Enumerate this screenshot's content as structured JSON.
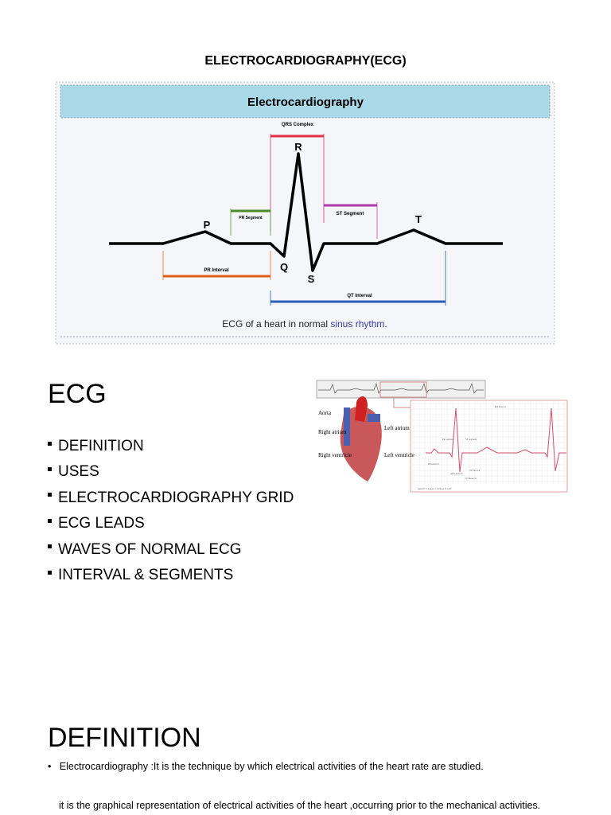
{
  "document": {
    "title": "ELECTROCARDIOGRAPHY(ECG)"
  },
  "figure1": {
    "header": "Electrocardiography",
    "labels": {
      "p": "P",
      "q": "Q",
      "r": "R",
      "s": "S",
      "t": "T"
    },
    "qrs_complex": "QRS Complex",
    "pr_segment": "PR Segment",
    "st_segment": "ST Segment",
    "pr_interval": "PR Interval",
    "qt_interval": "QT Interval",
    "caption_main": "ECG of a heart in normal ",
    "caption_link": "sinus rhythm.",
    "colors": {
      "header_bg": "#a9d8e6",
      "qrs": "#e0304a",
      "pr_segment": "#4c8a2a",
      "st_segment": "#b03aa8",
      "pr_interval": "#e0601a",
      "qt_interval": "#2b5fb8",
      "link": "#3a3aa0"
    }
  },
  "figure2": {
    "heart_labels": [
      "Aorta",
      "Right atrium",
      "Left atrium",
      "Right ventricle",
      "Left ventricle"
    ],
    "grid_labels": {
      "rr": "RR interval",
      "pr_seg": "PR segment",
      "st_seg": "ST segment",
      "pr_int": "PR interval",
      "qrs": "QRS interval",
      "st_int": "ST interval",
      "qt": "QT interval",
      "footer": "mm/mV   1 square = 0.04 sec/0.1mV"
    }
  },
  "section_ecg": {
    "heading": "ECG",
    "bullets": [
      "DEFINITION",
      "USES",
      "ELECTROCARDIOGRAPHY GRID",
      "ECG LEADS",
      "WAVES OF NORMAL ECG",
      "INTERVAL & SEGMENTS"
    ]
  },
  "section_definition": {
    "heading": "DEFINITION",
    "line1": "Electrocardiography :It is the technique by which electrical activities of the heart rate are studied.",
    "line2": "it is the graphical representation of electrical activities of the heart ,occurring prior to the mechanical activities."
  }
}
